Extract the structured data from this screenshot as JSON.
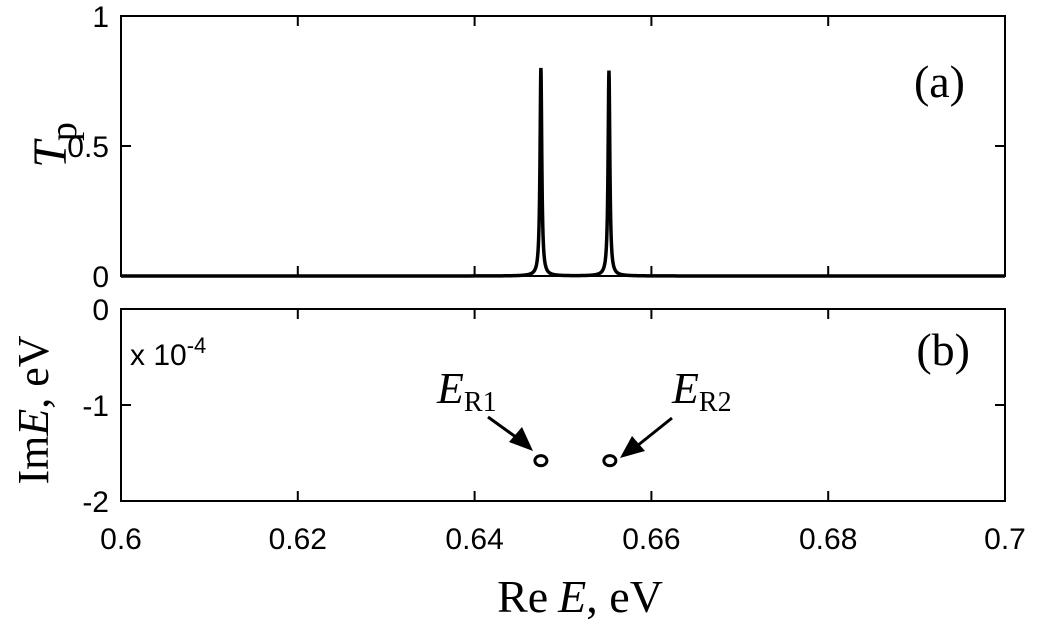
{
  "chart_data": [
    {
      "type": "line",
      "panel_label": "(a)",
      "ylabel": {
        "main": "T",
        "sub": "p"
      },
      "xlim": [
        0.6,
        0.7
      ],
      "ylim": [
        0,
        1
      ],
      "y_ticks": [
        "0",
        "0.5",
        "1"
      ],
      "grid": false,
      "series": [
        {
          "peaks": [
            {
              "center": 0.6475,
              "height": 0.8,
              "half_width": 0.00012
            },
            {
              "center": 0.6552,
              "height": 0.79,
              "half_width": 0.00012
            }
          ]
        }
      ]
    },
    {
      "type": "scatter",
      "panel_label": "(b)",
      "ylabel": {
        "main": "Im",
        "italic": "E",
        "unit": ", eV"
      },
      "xlabel": {
        "main": "Re",
        "italic": "E",
        "unit": ", eV"
      },
      "xlim": [
        0.6,
        0.7
      ],
      "ylim": [
        -2,
        0
      ],
      "y_ticks": [
        "0",
        "-1",
        "-2"
      ],
      "x_ticks": [
        "0.6",
        "0.62",
        "0.64",
        "0.66",
        "0.68",
        "0.7"
      ],
      "scale_note": {
        "text": "x 10",
        "exponent": "-4"
      },
      "grid": false,
      "points": [
        {
          "x": 0.6475,
          "y": -1.58,
          "label": {
            "main": "E",
            "sub": "R1"
          }
        },
        {
          "x": 0.6553,
          "y": -1.58,
          "label": {
            "main": "E",
            "sub": "R2"
          }
        }
      ]
    }
  ]
}
